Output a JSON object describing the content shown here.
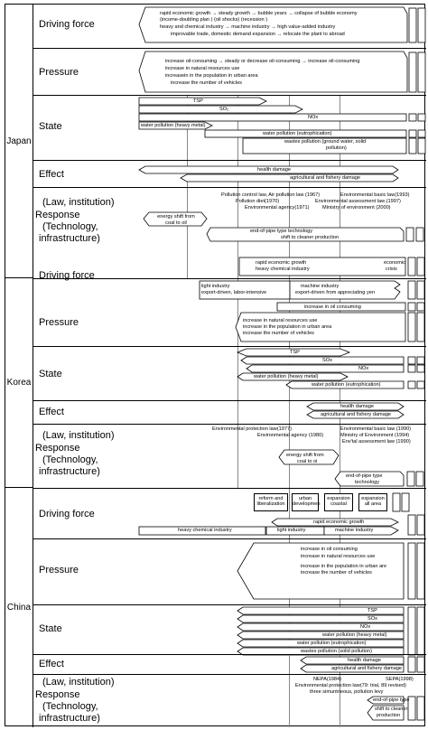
{
  "countries": [
    "Japan",
    "Korea",
    "China"
  ],
  "japan": {
    "driving_label": "Driving force",
    "driving_lines": [
      "rapid economic growth     → steady growth          → bubble years → collapse of bubble economy",
      "(income-doubling plan )           (oil shocks)                                          (recession )",
      "heavy and chemical industry      → machine industry      → high value-added industry",
      "improvable trade, domestic demand expansion   →  relocate the plant to abroad"
    ],
    "pressure_label": "Pressure",
    "pressure_lines": [
      "increase oil-consuming   → steady or decrease oil-consuming   → increase oil-consuming",
      "increase in natural resources use",
      "increasein in the population in urban area",
      "increase the number of vehicles"
    ],
    "state_label": "State",
    "state_items": [
      "TSP",
      "SO₂",
      "NOx",
      "water pollution (heavy metal)",
      "water pollution (eutrophication)",
      "wastes pollution (ground water, solid",
      "pollution)"
    ],
    "effect_label": "Effect",
    "effect_items": [
      "health damage",
      "agricultural and fishery damage"
    ],
    "response_label_1": "(Law, institution)",
    "response_label_2": "Response",
    "response_label_3": "(Technology,",
    "response_label_4": "infrastructure)",
    "law_left": [
      "Pollution control law, Air pollution law (1967)",
      "Pollution diet(1970)",
      "Environmental agency(1971)"
    ],
    "law_right": [
      "Environmental basic law(1993)",
      "Environmental assessment law (1997)",
      "Ministry of environment (2000)"
    ],
    "energy_shift": [
      "energy shift from",
      "coal to oil"
    ],
    "tech_items": [
      "end-of-pipe type technology",
      "shift to cleaner production"
    ]
  },
  "korea": {
    "driving_label": "Driving force",
    "driving_top": [
      "rapid economic growth",
      "heavy chemical industry"
    ],
    "driving_crisis": [
      "economic",
      "crisis"
    ],
    "driving_mid": [
      "light industry",
      "export-driven, labor-intensive"
    ],
    "driving_mid2": [
      "machine industry",
      "export-driven from appreciating yen"
    ],
    "pressure_label": "Pressure",
    "pressure_lines": [
      "increase in oil consuming",
      "increase in natural resources use",
      "increase in the population in urban area",
      "increase the number of vehicles"
    ],
    "state_label": "State",
    "state_items": [
      "TSP",
      "SOx",
      "NOx",
      "water pollution (heavy metal)",
      "water pollution (eutrophication)"
    ],
    "effect_label": "Effect",
    "effect_items": [
      "health damage",
      "agricultural and fishery damage"
    ],
    "response_label_1": "(Law, institution)",
    "response_label_2": "Response",
    "response_label_3": "(Technology,",
    "response_label_4": "infrastructure)",
    "law_left": [
      "Environmental protection law(1977)",
      "Environmental agency (1980)"
    ],
    "law_right": [
      "Environmental basic law (1990)",
      "Ministry of Environment (1994)",
      "Env'tal assessment law (1990)"
    ],
    "energy_shift": [
      "energy shift from",
      "coal to oi"
    ],
    "tech_items": [
      "end-of-pipe type",
      "technology"
    ]
  },
  "china": {
    "driving_label": "Driving force",
    "driving_boxes": [
      [
        "reform and",
        "liberalization"
      ],
      [
        "urban",
        "developmen"
      ],
      [
        "expansion",
        "coastal"
      ],
      [
        "expansion",
        "all area"
      ]
    ],
    "driving_items": [
      "rapid economic growth",
      "heavy chemical industry",
      "light industry",
      "machine industry"
    ],
    "pressure_label": "Pressure",
    "pressure_lines": [
      "increase in oil consuming",
      "increase in natural resources use",
      "increase in the population in urban are",
      "increase the number of vehicles"
    ],
    "state_label": "State",
    "state_items": [
      "TSP",
      "SOx",
      "NOx",
      "water pollution (heavy metal)",
      "water pollution (eutrophication)",
      "wastes pollution (solid pollution)"
    ],
    "effect_label": "Effect",
    "effect_items": [
      "health damage",
      "agricultural and fishery damage"
    ],
    "response_label_1": "(Law, institution)",
    "response_label_2": "Response",
    "response_label_3": "(Technology,",
    "response_label_4": "infrastructure)",
    "law_line1_left": "NEPA(1984)",
    "law_line1_right": "SEPA(1998)",
    "law_line2": "Environmental protection law(79: trial, 89 revised)",
    "law_line3": "three simuntneous, pollution levy",
    "tech_items": [
      "end-of-pipe type",
      "shift to cleaner",
      "production"
    ]
  }
}
